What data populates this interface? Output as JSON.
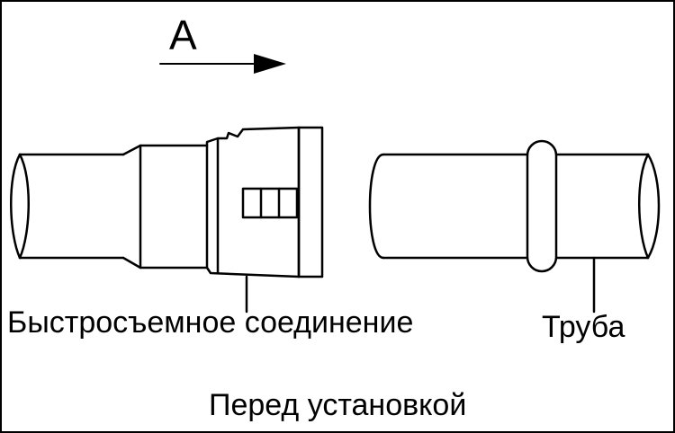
{
  "direction_arrow": {
    "label": "A"
  },
  "labels": {
    "quick_connector": "Быстросъемное соединение",
    "pipe": "Труба"
  },
  "caption": "Перед установкой",
  "colors": {
    "line": "#000000",
    "background": "#ffffff"
  }
}
